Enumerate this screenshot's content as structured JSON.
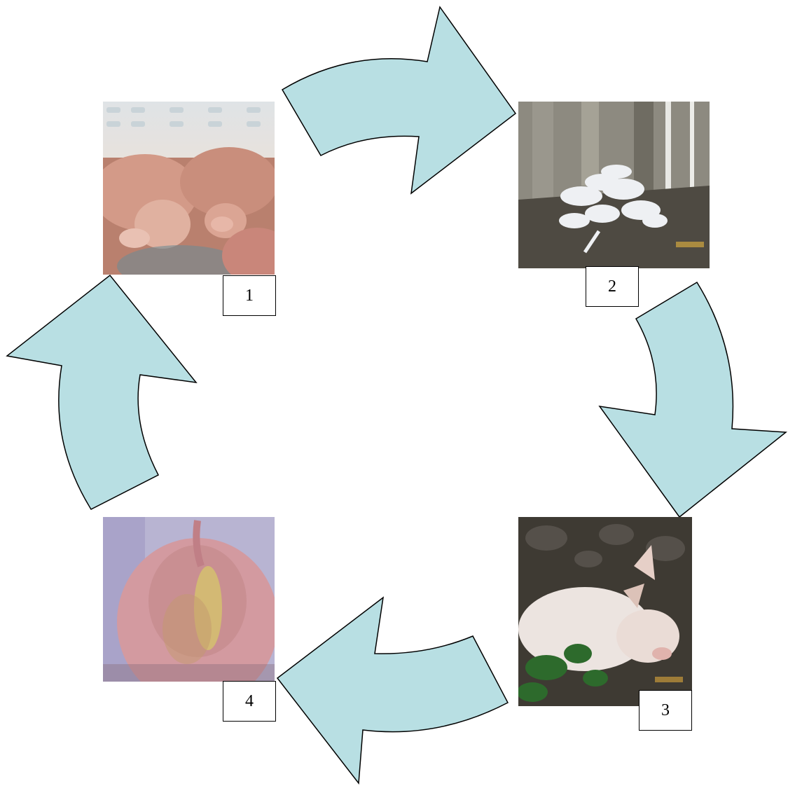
{
  "diagram": {
    "type": "cycle",
    "stages": [
      {
        "id": 1,
        "label": "1",
        "image": "adult-pigs-photo"
      },
      {
        "id": 2,
        "label": "2",
        "image": "piglets-huddled-photo"
      },
      {
        "id": 3,
        "label": "3",
        "image": "piglet-rooting-photo"
      },
      {
        "id": 4,
        "label": "4",
        "image": "pig-hindquarters-photo"
      }
    ],
    "arrows": [
      "1→2",
      "2→3",
      "3→4",
      "4→1"
    ],
    "colors": {
      "arrow_fill": "#b8dfe3",
      "arrow_stroke": "#000000",
      "label_border": "#000000"
    }
  }
}
